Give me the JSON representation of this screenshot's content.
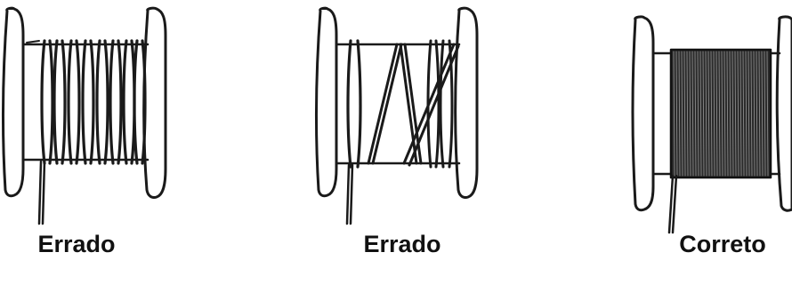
{
  "colors": {
    "ink": "#1a1a1a",
    "background": "#ffffff"
  },
  "spools": [
    {
      "caption": "Errado"
    },
    {
      "caption": "Errado"
    },
    {
      "caption": "Correto"
    }
  ]
}
